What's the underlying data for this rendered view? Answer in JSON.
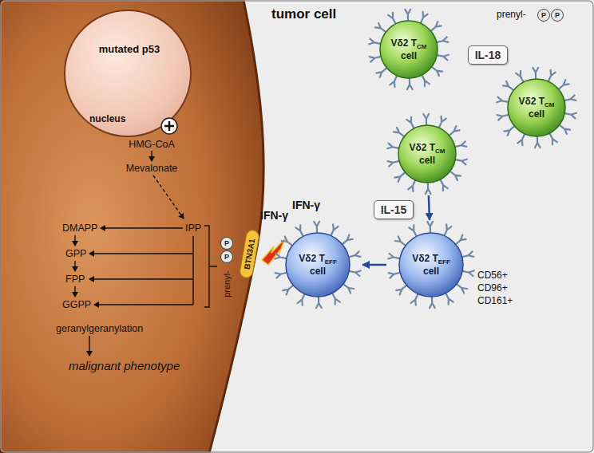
{
  "diagram": {
    "nodes": [
      {
        "text": [
          "tumor cell"
        ]
      },
      {
        "text": [
          "mutated p53",
          "nucleus"
        ],
        "in": 0
      },
      {
        "text": [
          "P"
        ],
        "in": 0
      },
      {
        "text": [
          "P"
        ],
        "in": 0
      },
      {
        "text": [
          "BTN3A1"
        ],
        "in": 0
      },
      {
        "text": [
          "P"
        ]
      },
      {
        "text": [
          "P"
        ]
      },
      {
        "text": [
          "Vδ2 T",
          "CM",
          "cell"
        ]
      },
      {
        "text": [
          "IL-18"
        ]
      },
      {
        "text": [
          "Vδ2 T",
          "CM",
          "cell"
        ]
      },
      {
        "text": [
          "Vδ2 T",
          "CM",
          "cell"
        ]
      },
      {
        "text": [
          "IL-15"
        ]
      },
      {
        "text": [
          "Vδ2 T",
          "EFF",
          "cell"
        ]
      },
      {
        "text": [
          "Vδ2 T",
          "EFF",
          "cell"
        ]
      }
    ],
    "edges": [
      {
        "from": 10,
        "to": 13,
        "arrow": "to"
      },
      {
        "from": 13,
        "to": 12,
        "arrow": "to"
      }
    ],
    "labels": [
      "HMG-CoA",
      "Mevalonate",
      "DMAPP",
      "IPP",
      "GPP",
      "FPP",
      "GGPP",
      "geranylgeranylation",
      "malignant phenotype",
      "prenyl-",
      "prenyl-",
      "IFN-γ",
      "IFN-γ",
      "CD56+",
      "CD96+",
      "CD161+"
    ]
  }
}
